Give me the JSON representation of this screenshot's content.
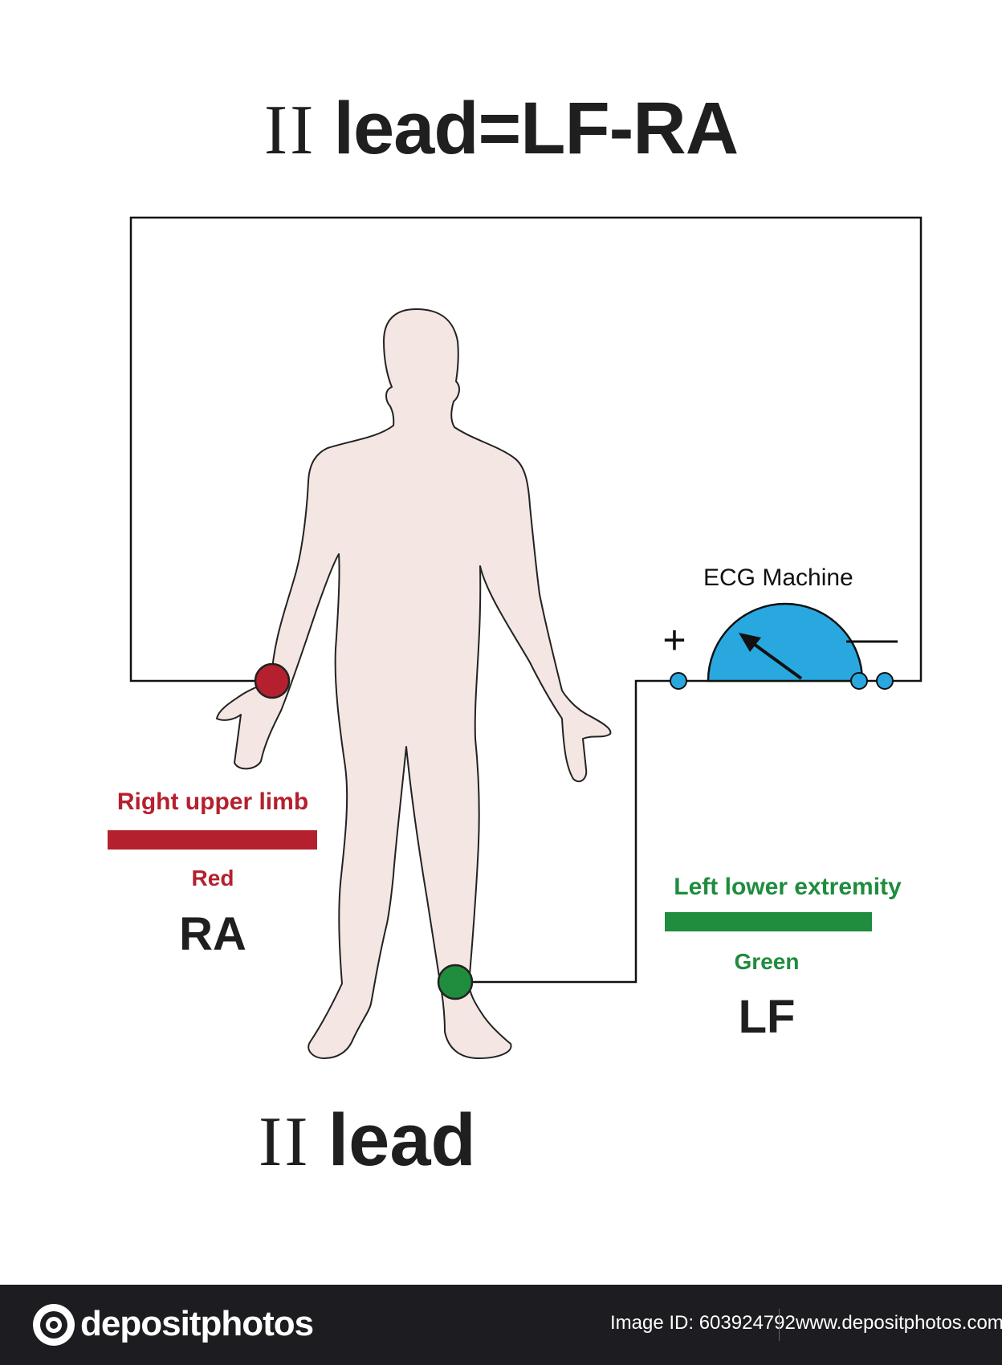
{
  "title": {
    "numeral": "II",
    "text": "lead=LF-RA"
  },
  "bottom_title": {
    "numeral": "II",
    "text": "lead"
  },
  "ecg": {
    "label": "ECG Machine",
    "plus": "+",
    "minus": "—"
  },
  "right_arm": {
    "name": "Right upper limb",
    "color_name": "Red",
    "code": "RA",
    "color": "#b5202e"
  },
  "left_leg": {
    "name": "Left lower extremity",
    "color_name": "Green",
    "code": "LF",
    "color": "#1f8c3e"
  },
  "colors": {
    "body_fill": "#f3e6e3",
    "ecg_fill": "#29a8e0",
    "wire": "#111111"
  },
  "footer": {
    "brand": "depositphotos",
    "image_id": "Image ID: 603924792",
    "site": "www.depositphotos.com"
  }
}
